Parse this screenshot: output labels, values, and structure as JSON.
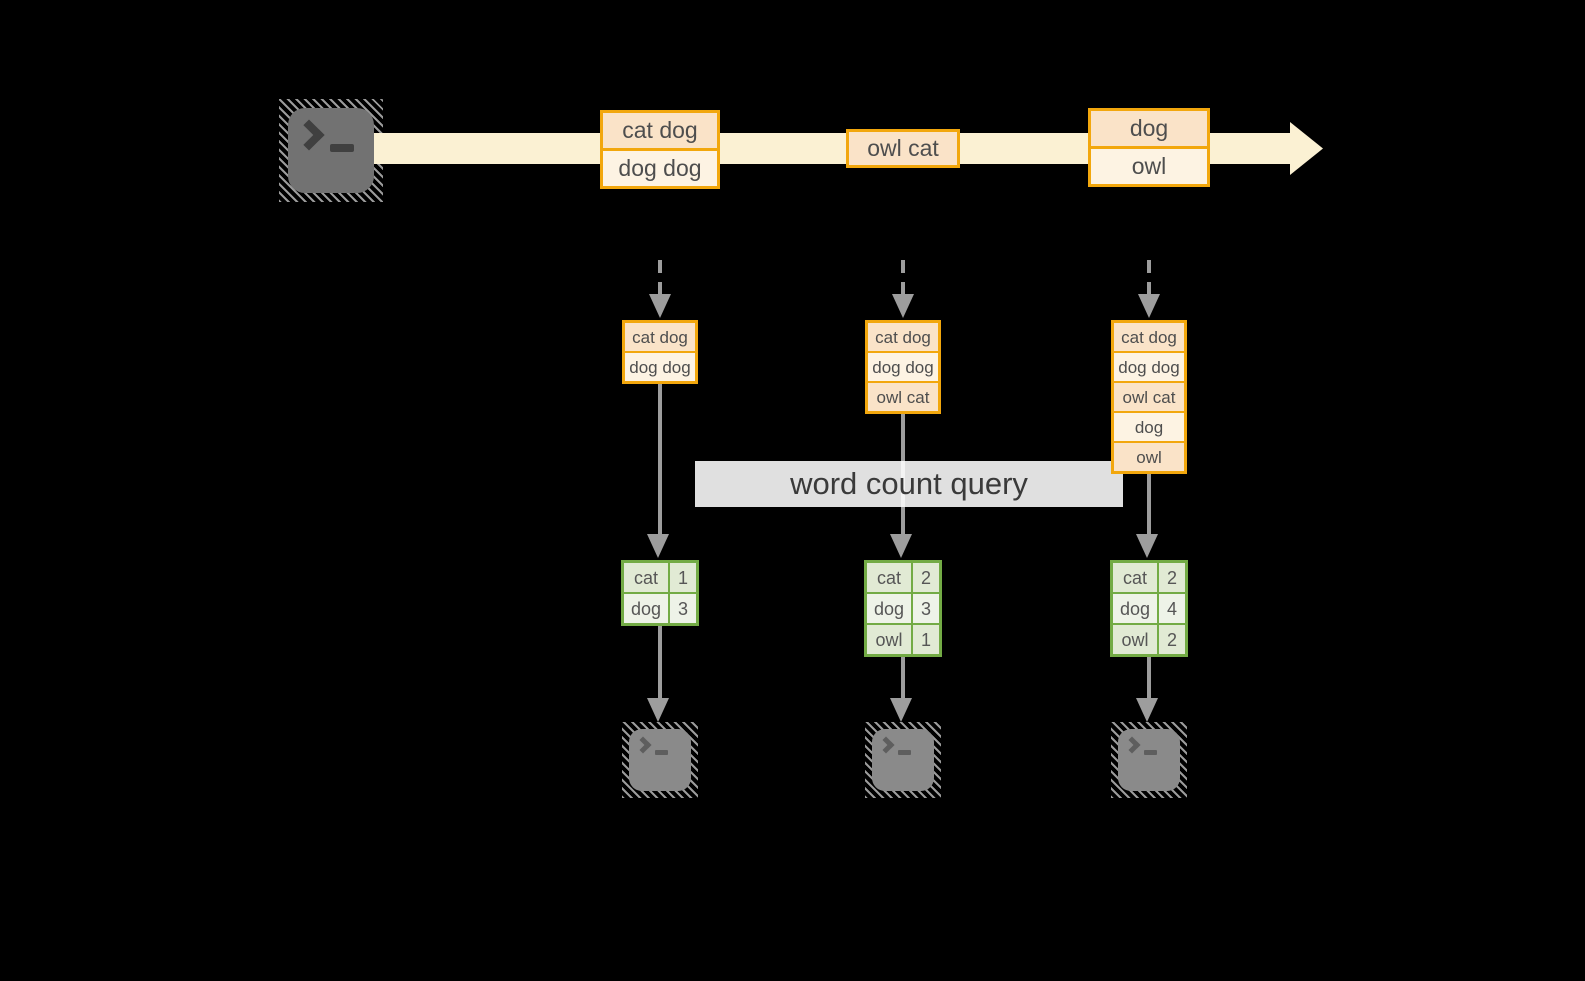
{
  "diagram": {
    "title_banner": "word count query",
    "source_terminal": {
      "icon": "terminal-icon",
      "prompt": ">_"
    },
    "stream_events": [
      {
        "cells": [
          "cat dog",
          "dog dog"
        ]
      },
      {
        "cells": [
          "owl cat"
        ]
      },
      {
        "cells": [
          "dog",
          "owl"
        ]
      }
    ],
    "columns": [
      {
        "buffered_events": [
          "cat dog",
          "dog dog"
        ],
        "word_counts": [
          {
            "word": "cat",
            "count": "1"
          },
          {
            "word": "dog",
            "count": "3"
          }
        ],
        "terminal": {
          "icon": "terminal-icon",
          "prompt": ">_"
        }
      },
      {
        "buffered_events": [
          "cat dog",
          "dog dog",
          "owl cat"
        ],
        "word_counts": [
          {
            "word": "cat",
            "count": "2"
          },
          {
            "word": "dog",
            "count": "3"
          },
          {
            "word": "owl",
            "count": "1"
          }
        ],
        "terminal": {
          "icon": "terminal-icon",
          "prompt": ">_"
        }
      },
      {
        "buffered_events": [
          "cat dog",
          "dog dog",
          "owl cat",
          "dog",
          "owl"
        ],
        "word_counts": [
          {
            "word": "cat",
            "count": "2"
          },
          {
            "word": "dog",
            "count": "4"
          },
          {
            "word": "owl",
            "count": "2"
          }
        ],
        "terminal": {
          "icon": "terminal-icon",
          "prompt": ">_"
        }
      }
    ],
    "colors": {
      "background": "#000000",
      "stream_band": "#FBF1D3",
      "event_border": "#F2A70D",
      "event_fill_dark": "#FAE3C8",
      "event_fill_light": "#FDF3E3",
      "table_border": "#73AB45",
      "table_fill_dark": "#E1EAD4",
      "table_fill_light": "#EEF3E8",
      "arrow_gray": "#9D9D9D"
    }
  }
}
